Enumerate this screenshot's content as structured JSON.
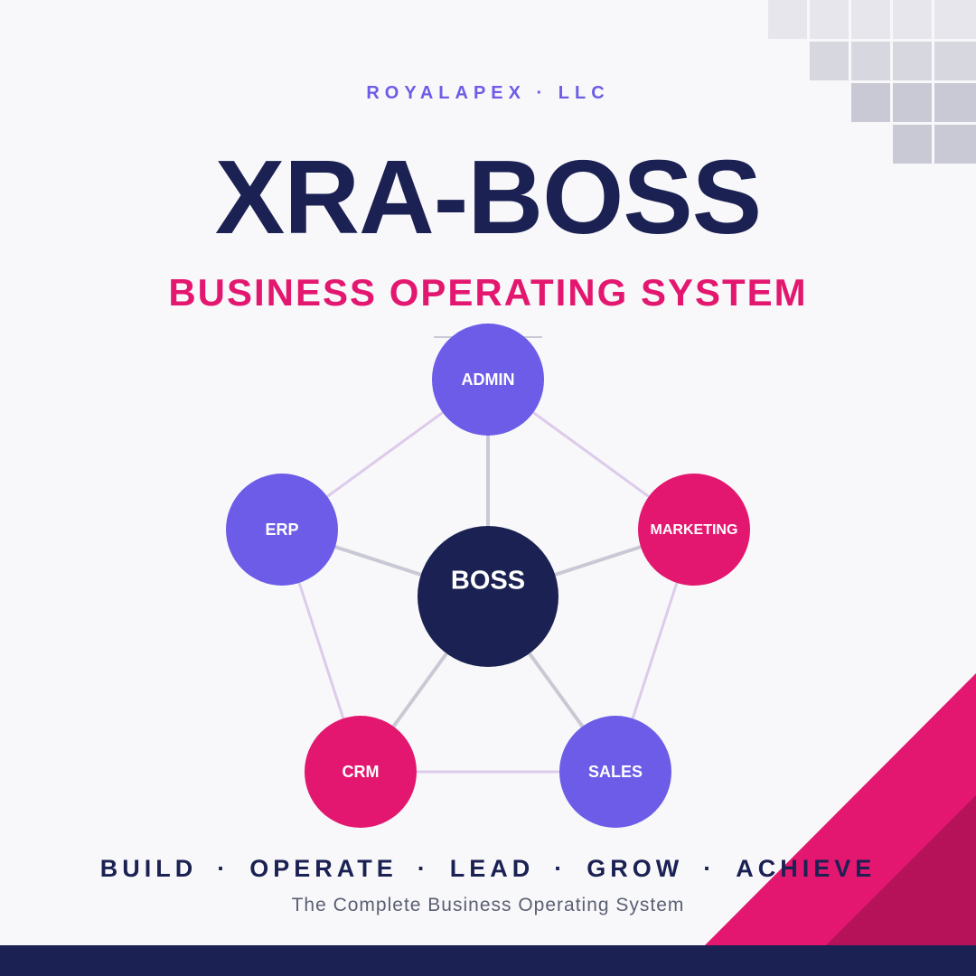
{
  "company": "ROYALAPEX · LLC",
  "title": "XRA-BOSS",
  "subtitle": "BUSINESS OPERATING SYSTEM",
  "diagram": {
    "center": {
      "label": "BOSS"
    },
    "nodes": [
      {
        "id": "admin",
        "label": "ADMIN"
      },
      {
        "id": "marketing",
        "label": "MARKETING"
      },
      {
        "id": "sales",
        "label": "SALES"
      },
      {
        "id": "crm",
        "label": "CRM"
      },
      {
        "id": "erp",
        "label": "ERP"
      }
    ]
  },
  "pillars": [
    "BUILD",
    "OPERATE",
    "LEAD",
    "GROW",
    "ACHIEVE"
  ],
  "pillar_separator": "·",
  "tagline": "The Complete Business Operating System",
  "colors": {
    "navy": "#1b2152",
    "purple": "#6c5ce7",
    "pink": "#e3176f",
    "dark_pink": "#b5125a",
    "light_gray": "#c9c9d6",
    "lavender": "#dccbeb",
    "company_text": "#6c5ce7",
    "tagline_text": "#5a5f73"
  }
}
